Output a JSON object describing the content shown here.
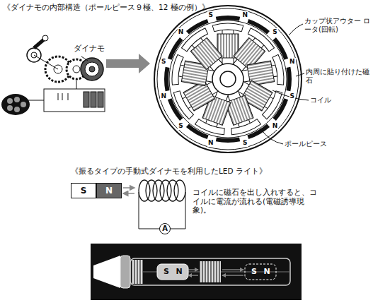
{
  "diagram": {
    "nodes": [
      {
        "text": [
          "S"
        ]
      },
      {
        "text": [
          "N"
        ]
      },
      {
        "text": [
          "A"
        ]
      }
    ],
    "labels": [
      "《ダイナモの内部構造（ポールピース９極、12 極の例）》",
      "ダイナモ",
      "カップ状アウター ロータ(回転)",
      "内周に貼り付けた磁石",
      "コイル",
      "ポールピース",
      "S",
      "N",
      "S",
      "N",
      "S",
      "N",
      "S",
      "N",
      "S",
      "N",
      "S",
      "N",
      "《振るタイプの手動式ダイナモを利用したLED ライト》",
      "コイルに磁石を出し入れすると、コイルに電流が流れる(電磁誘導現象)。",
      "S",
      "N",
      "S",
      "N"
    ]
  }
}
